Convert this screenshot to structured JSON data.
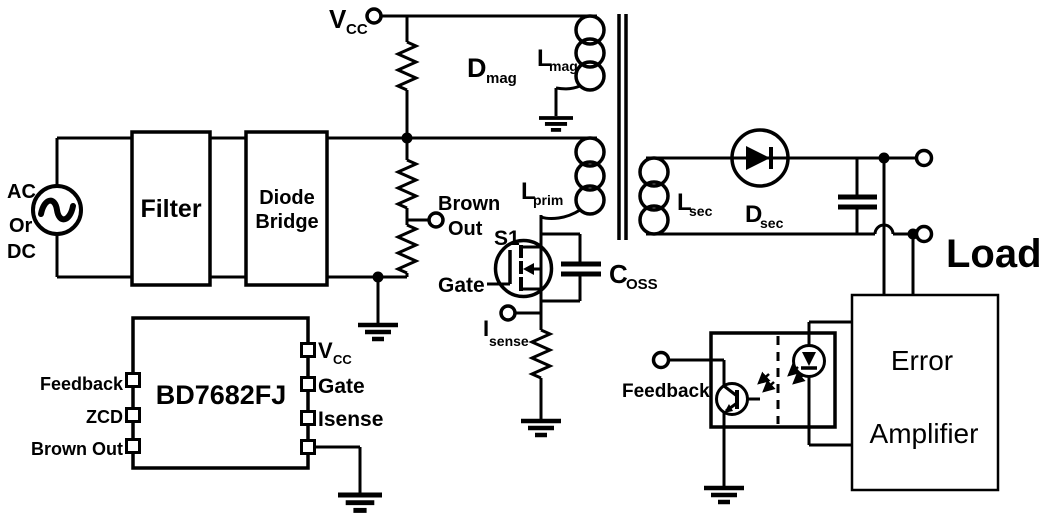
{
  "source": {
    "line1": "AC",
    "line2": "Or",
    "line3": "DC"
  },
  "blocks": {
    "filter": "Filter",
    "bridge_line1": "Diode",
    "bridge_line2": "Bridge",
    "error_line1": "Error",
    "error_line2": "Amplifier"
  },
  "labels": {
    "vcc": {
      "m": "V",
      "s": "CC"
    },
    "dmag": {
      "m": "D",
      "s": "mag"
    },
    "lmag": {
      "m": "L",
      "s": "mag"
    },
    "lprim": {
      "m": "L",
      "s": "prim"
    },
    "lsec": {
      "m": "L",
      "s": "sec"
    },
    "dsec": {
      "m": "D",
      "s": "sec"
    },
    "coss": {
      "m": "C",
      "s": "OSS"
    },
    "isense": {
      "m": "I",
      "s": "sense"
    },
    "s1": "S1",
    "gate": "Gate",
    "brown_line1": "Brown",
    "brown_line2": "Out",
    "feedback": "Feedback",
    "load": "Load"
  },
  "ic": {
    "name": "BD7682FJ",
    "pins_left": [
      "Feedback",
      "ZCD",
      "Brown Out"
    ],
    "pin_vcc": {
      "m": "V",
      "s": "CC"
    },
    "pins_right": [
      "Gate",
      "Isense"
    ]
  },
  "colors": {
    "wire": "#000000",
    "text": "#000000",
    "background": "#ffffff"
  }
}
